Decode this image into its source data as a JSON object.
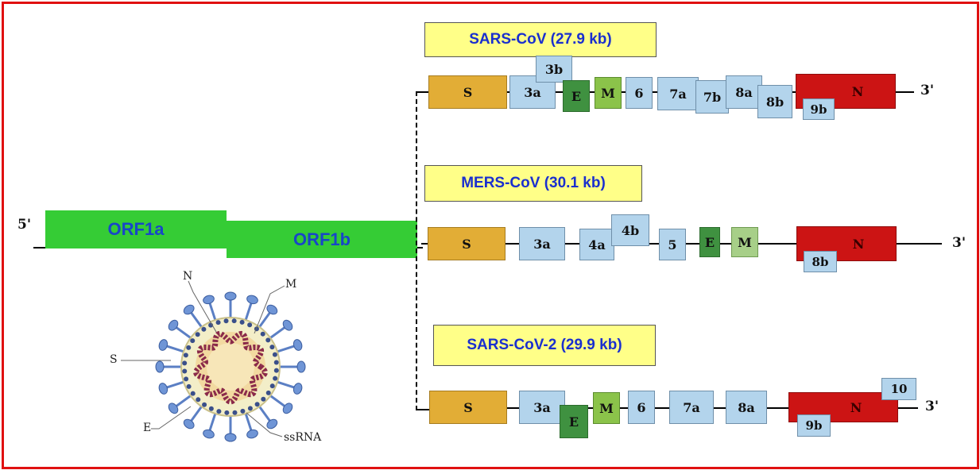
{
  "genome": {
    "five_prime": "5'",
    "orf1a": "ORF1a",
    "orf1b": "ORF1b"
  },
  "sars": {
    "title": "SARS-CoV (27.9 kb)",
    "three_prime": "3'",
    "genes": {
      "S": "S",
      "3a": "3a",
      "3b": "3b",
      "E": "E",
      "M": "M",
      "6": "6",
      "7a": "7a",
      "7b": "7b",
      "8a": "8a",
      "8b": "8b",
      "N": "N",
      "9b": "9b"
    }
  },
  "mers": {
    "title": "MERS-CoV (30.1 kb)",
    "three_prime": "3'",
    "genes": {
      "S": "S",
      "3a": "3a",
      "4a": "4a",
      "4b": "4b",
      "5": "5",
      "E": "E",
      "M": "M",
      "N": "N",
      "8b": "8b"
    }
  },
  "sars2": {
    "title": "SARS-CoV-2 (29.9 kb)",
    "three_prime": "3'",
    "genes": {
      "S": "S",
      "3a": "3a",
      "E": "E",
      "M": "M",
      "6": "6",
      "7a": "7a",
      "8a": "8a",
      "N": "N",
      "9b": "9b",
      "10": "10"
    }
  },
  "virion": {
    "labels": {
      "N": "N",
      "M": "M",
      "S": "S",
      "E": "E",
      "ssRNA": "ssRNA"
    }
  },
  "colors": {
    "frame": "#e01010",
    "orf": "#35cc35",
    "spike_gene": "#e2ad36",
    "accessory_gene": "#b3d4ec",
    "e_gene": "#3f9140",
    "m_gene": "#8bc34a",
    "n_gene": "#cc1414",
    "title_box": "#ffff88",
    "title_text": "#1a2fcf"
  }
}
